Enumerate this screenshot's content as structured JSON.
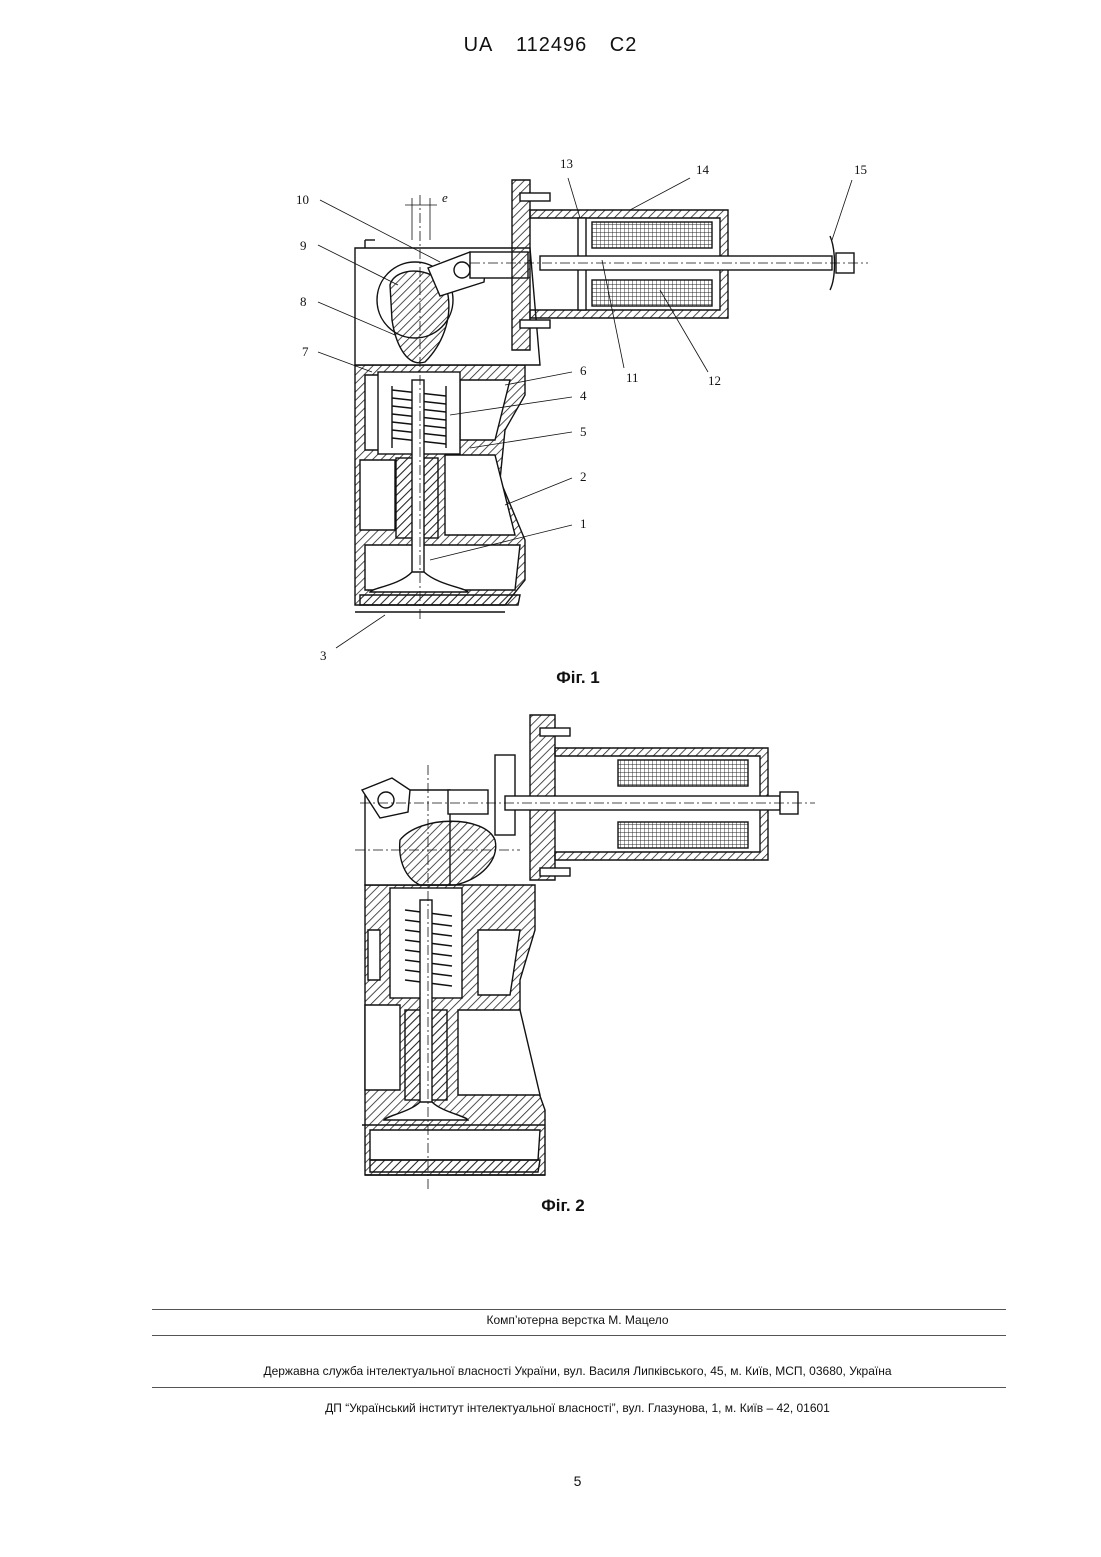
{
  "header": {
    "country": "UA",
    "number": "112496",
    "kind": "C2"
  },
  "figure1": {
    "caption": "Фіг. 1",
    "labels": [
      "10",
      "9",
      "8",
      "7",
      "6",
      "4",
      "5",
      "2",
      "1",
      "3",
      "13",
      "14",
      "15",
      "11",
      "12",
      "e"
    ]
  },
  "figure2": {
    "caption": "Фіг. 2"
  },
  "footer": {
    "layout_credit": "Комп’ютерна верстка М. Мацело",
    "agency": "Державна служба інтелектуальної власності України, вул. Василя Липківського, 45, м. Київ, МСП, 03680, Україна",
    "institute": "ДП “Український інститут інтелектуальної власності”, вул. Глазунова, 1, м. Київ – 42, 01601",
    "page_number": "5"
  }
}
